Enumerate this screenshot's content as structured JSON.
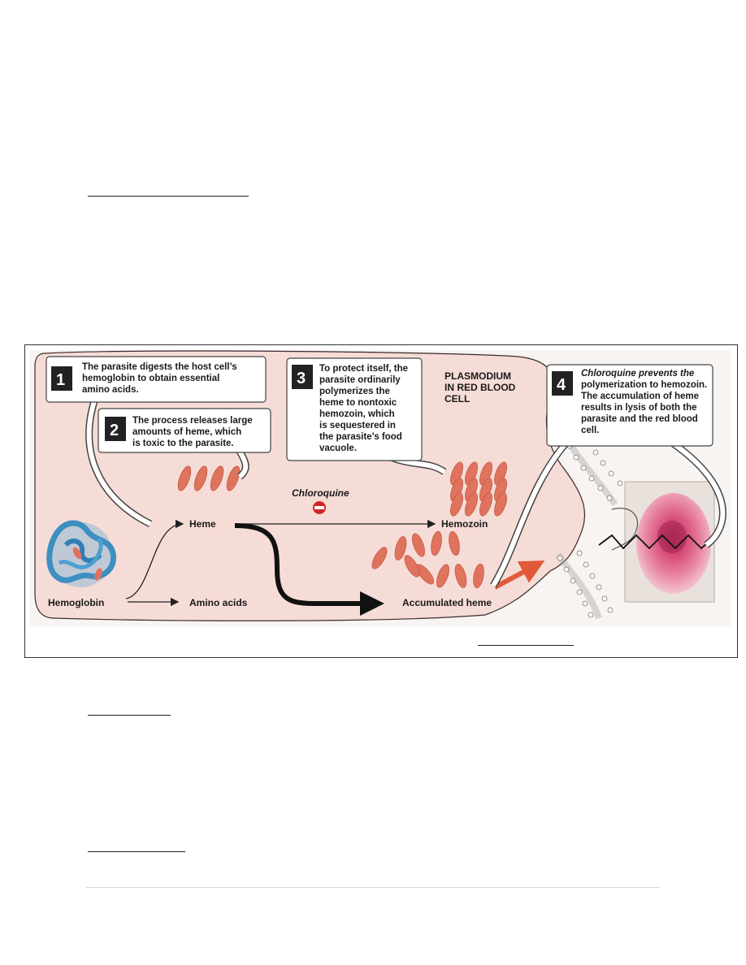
{
  "diagram": {
    "steps": [
      {
        "num": "1",
        "lines": [
          "The parasite digests the host cell’s",
          "hemoglobin to obtain essential",
          "amino acids."
        ]
      },
      {
        "num": "2",
        "lines": [
          "The process releases large",
          "amounts of  heme, which",
          "is toxic to the parasite."
        ]
      },
      {
        "num": "3",
        "lines": [
          "To protect itself, the",
          "parasite ordinarily",
          "polymerizes the",
          "heme to nontoxic",
          "hemozoin, which",
          "is sequestered in",
          "the parasite’s food",
          "vacuole."
        ]
      },
      {
        "num": "4",
        "lines": [
          "Chloroquine prevents the",
          "polymerization to hemozoin.",
          "The accumulation of heme",
          "results in lysis of both the",
          "parasite and the red blood",
          "cell."
        ]
      }
    ],
    "region_label": [
      "PLASMODIUM",
      "IN RED BLOOD",
      "CELL"
    ],
    "labels": {
      "hemoglobin": "Hemoglobin",
      "heme": "Heme",
      "amino_acids": "Amino acids",
      "hemozoin": "Hemozoin",
      "accumulated_heme": "Accumulated heme",
      "drug": "Chloroquine"
    },
    "colors": {
      "cell_fill": "#f6dcd6",
      "heme_crystal": "#e0735e",
      "hemoglobin": "#5aa6d4",
      "inhibit": "#d3262b",
      "rbc": "#d9507a"
    }
  }
}
